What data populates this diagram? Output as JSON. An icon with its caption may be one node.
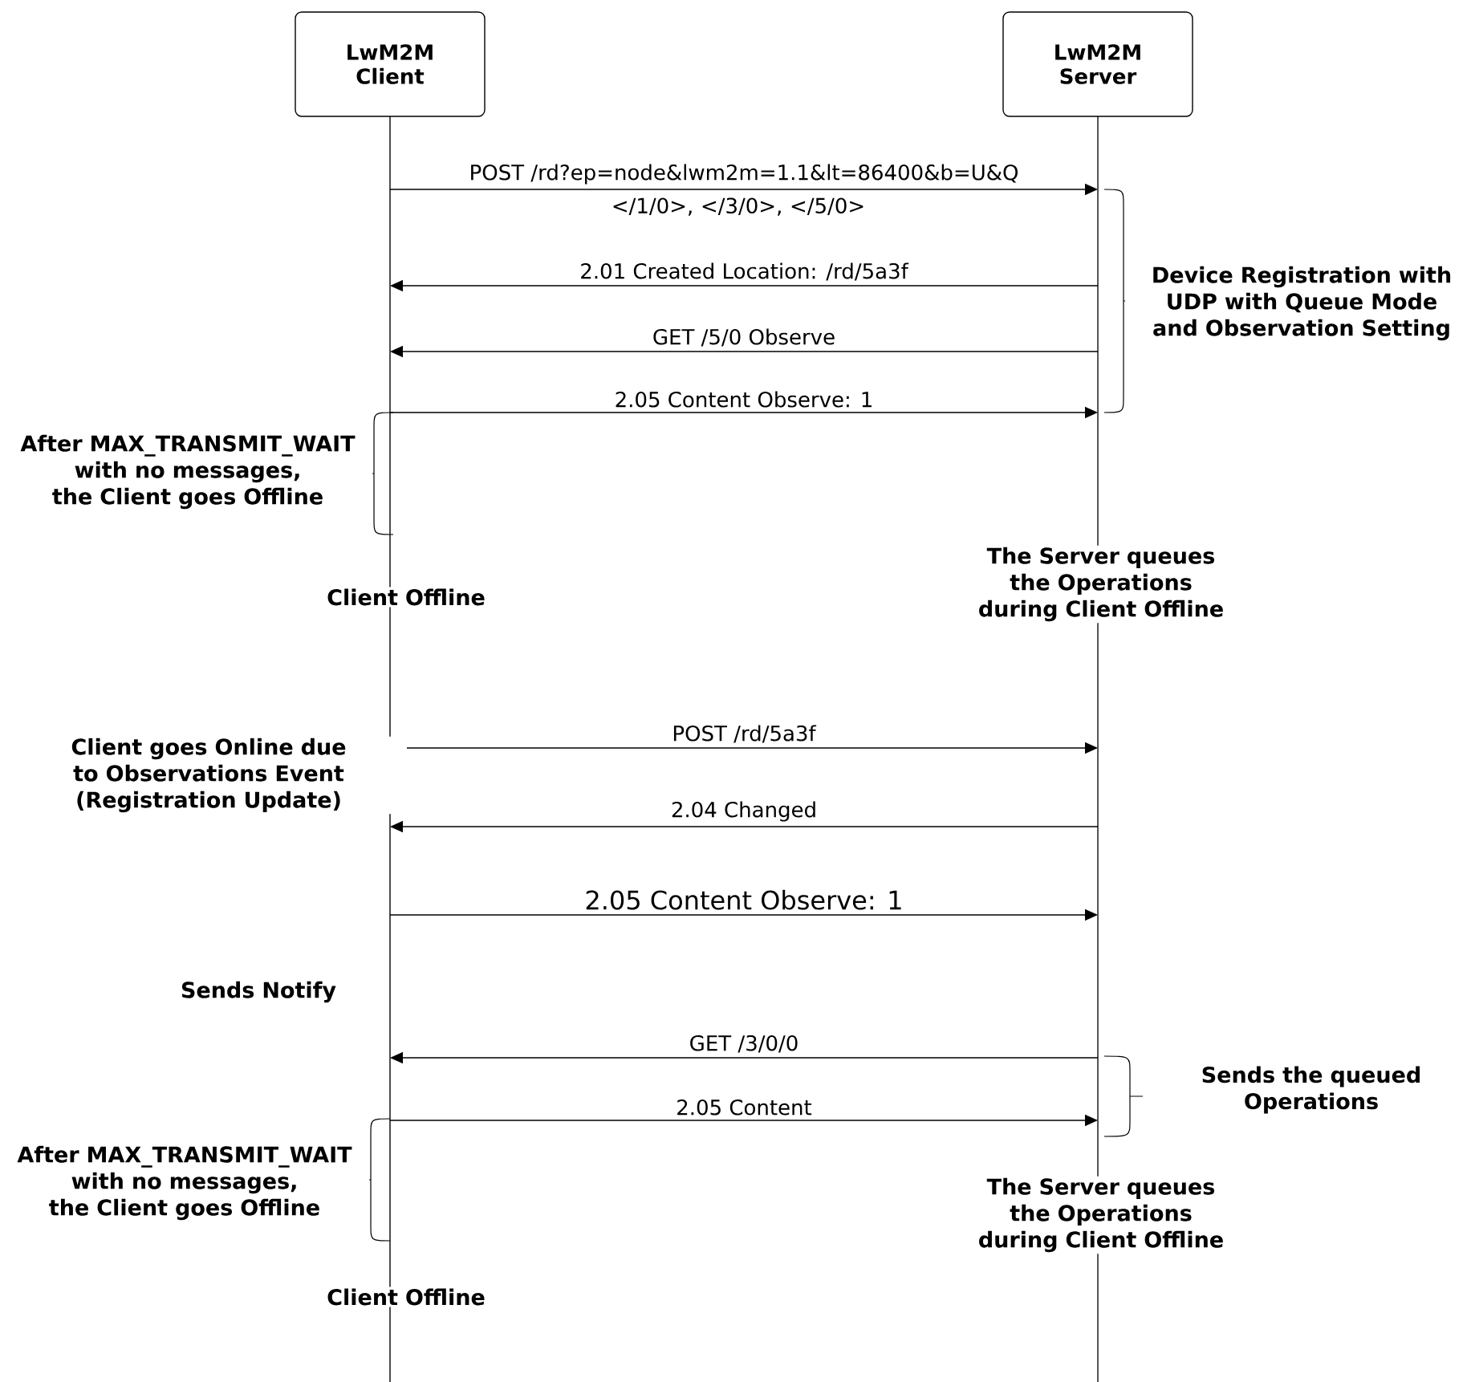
{
  "diagram": {
    "nodes": [
      {
        "text": [
          "LwM2M Client"
        ]
      },
      {
        "text": [
          "LwM2M Server"
        ]
      }
    ],
    "edges": [
      {
        "from": 0,
        "to": 1,
        "arrow": "to",
        "label": "POST /rd?ep=node&lwm2m=1.1&lt=86400&b=U&Q"
      },
      {
        "from": 1,
        "to": 0,
        "arrow": "to",
        "label": "2.01 Created Location: /rd/5a3f"
      },
      {
        "from": 1,
        "to": 0,
        "arrow": "to",
        "label": "GET /5/0 Observe"
      },
      {
        "from": 0,
        "to": 1,
        "arrow": "to",
        "label": "2.05 Content Observe: 1"
      },
      {
        "from": 0,
        "to": 1,
        "arrow": "to",
        "label": "POST /rd/5a3f"
      },
      {
        "from": 1,
        "to": 0,
        "arrow": "to",
        "label": "2.04 Changed"
      },
      {
        "from": 0,
        "to": 1,
        "arrow": "to",
        "label": "2.05 Content Observe: 1"
      },
      {
        "from": 1,
        "to": 0,
        "arrow": "to",
        "label": "GET /3/0/0"
      },
      {
        "from": 0,
        "to": 1,
        "arrow": "to",
        "label": "2.05 Content"
      }
    ],
    "labels": [
      "</1/0>, </3/0>, </5/0>",
      "Device Registration with UDP with Queue Mode and Observation Setting",
      "After MAX_TRANSMIT_WAIT with no messages, the Client goes Offline",
      "The Server queues the Operations during Client Offline",
      "Client Offline",
      "Client goes Online due to Observations Event (Registration Update)",
      "Sends Notify",
      "Sends the queued Operations",
      "After MAX_TRANSMIT_WAIT with no messages, the Client goes Offline",
      "The Server queues the Operations during Client Offline",
      "Client Offline"
    ]
  }
}
